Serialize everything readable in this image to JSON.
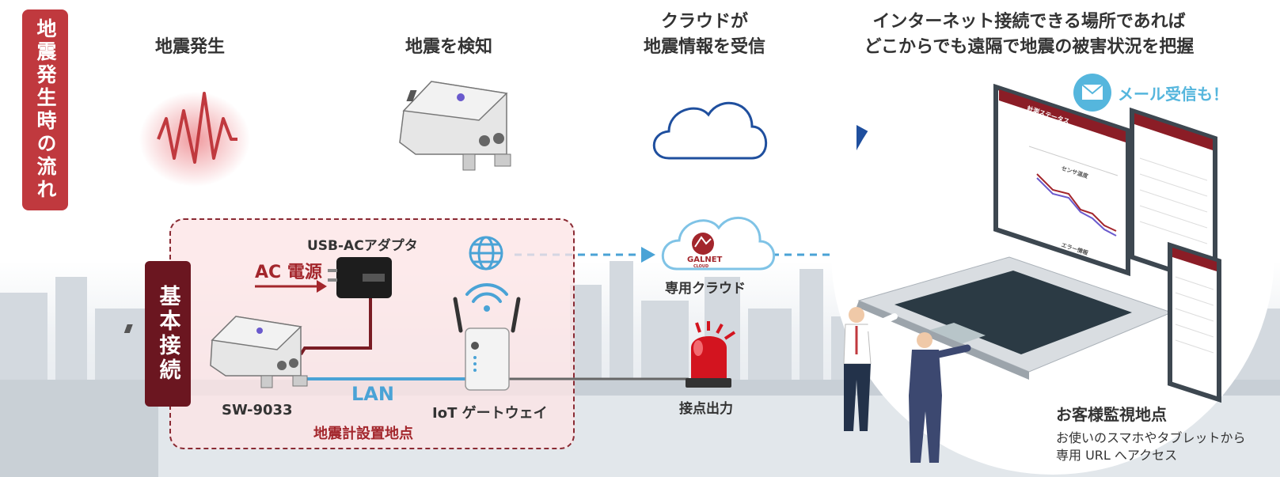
{
  "flow_label": "地震発生時の流れ",
  "basic_label": "基本接続",
  "headings": {
    "quake": "地震発生",
    "detect": "地震を検知",
    "cloud_line1": "クラウドが",
    "cloud_line2": "地震情報を受信",
    "remote_line1": "インターネット接続できる場所であれば",
    "remote_line2": "どこからでも遠隔で地震の被害状況を把握"
  },
  "mail": "メール受信も！",
  "site": {
    "adapter": "USB-ACアダプタ",
    "ac_power": "AC 電源",
    "device": "SW-9033",
    "lan": "LAN",
    "gateway": "IoT ゲートウェイ",
    "site_name": "地震計設置地点"
  },
  "cloud": {
    "brand": "GALNET",
    "brand_sub": "CLOUD",
    "label": "専用クラウド"
  },
  "contact_output": "接点出力",
  "customer": {
    "title": "お客様監視地点",
    "line1": "お使いのスマホやタブレットから",
    "line2": "専用 URL へアクセス"
  },
  "screen": {
    "title": "計測ステータス",
    "chart_title": "センサ温度",
    "error_title": "エラー情報"
  },
  "colors": {
    "flow_red": "#c0393e",
    "basic_dark": "#6b1620",
    "line_blue": "#1f4f9e",
    "dashed_blue": "#4aa3d6",
    "accent_red": "#a3262c"
  }
}
